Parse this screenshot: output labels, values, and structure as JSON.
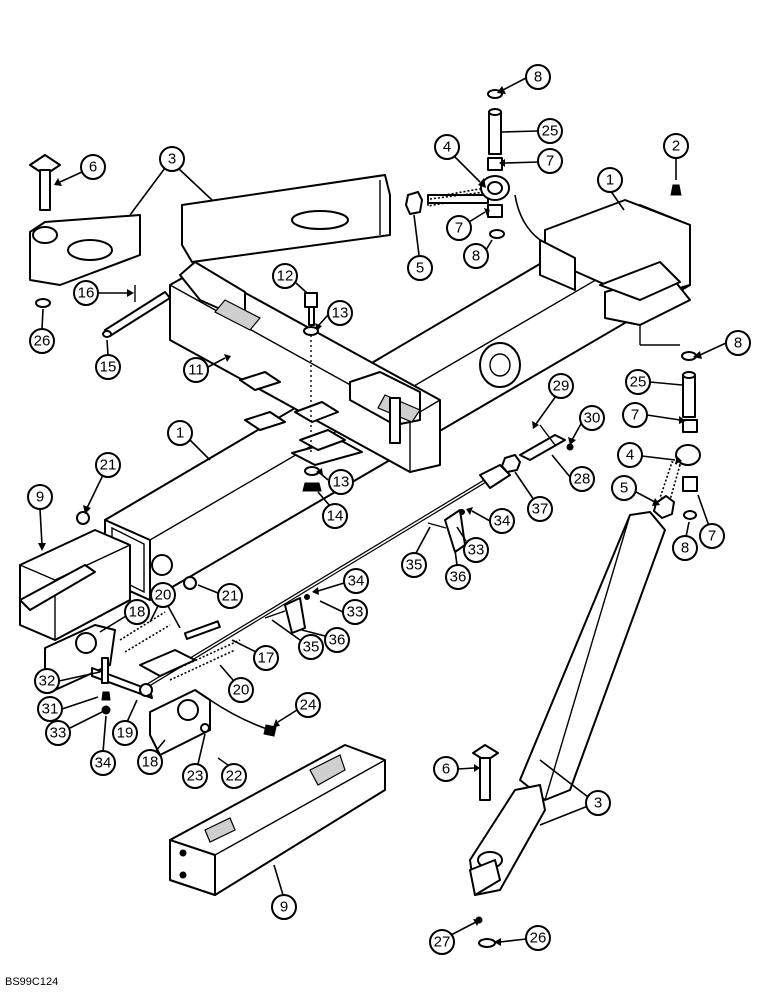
{
  "figure": {
    "reference_code": "BS99C124"
  },
  "callouts": [
    "1",
    "2",
    "3",
    "4",
    "5",
    "6",
    "7",
    "8",
    "9",
    "11",
    "12",
    "13",
    "14",
    "15",
    "16",
    "17",
    "18",
    "19",
    "20",
    "21",
    "22",
    "23",
    "24",
    "25",
    "26",
    "27",
    "28",
    "29",
    "30",
    "31",
    "32",
    "33",
    "34",
    "35",
    "36",
    "37"
  ]
}
